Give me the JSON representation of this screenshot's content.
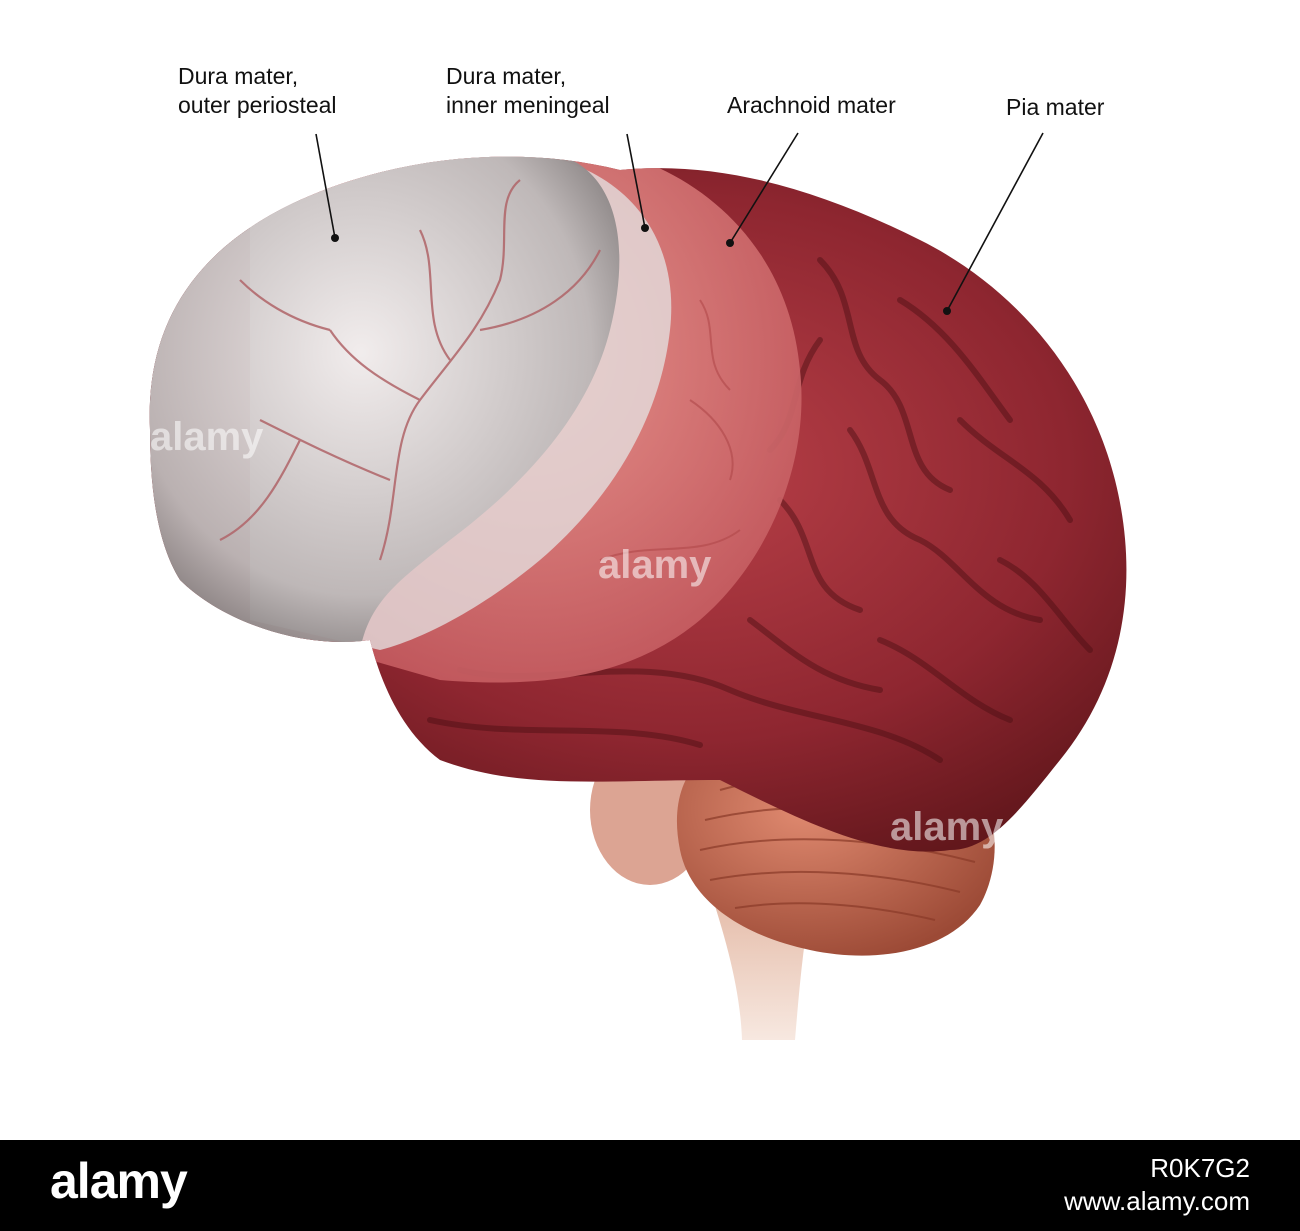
{
  "labels": {
    "dura_outer_line1": "Dura mater,",
    "dura_outer_line2": "outer periosteal",
    "dura_inner_line1": "Dura mater,",
    "dura_inner_line2": "inner meningeal",
    "arachnoid": "Arachnoid mater",
    "pia": "Pia mater"
  },
  "watermark": "alamy",
  "footer": {
    "logo": "alamy",
    "image_id": "R0K7G2",
    "site": "www.alamy.com"
  },
  "colors": {
    "dura": "#c9c4c4",
    "arachnoid": "#d87a74",
    "pia": "#9a2a30",
    "cerebellum": "#c96a52",
    "brainstem": "#d9a691"
  }
}
